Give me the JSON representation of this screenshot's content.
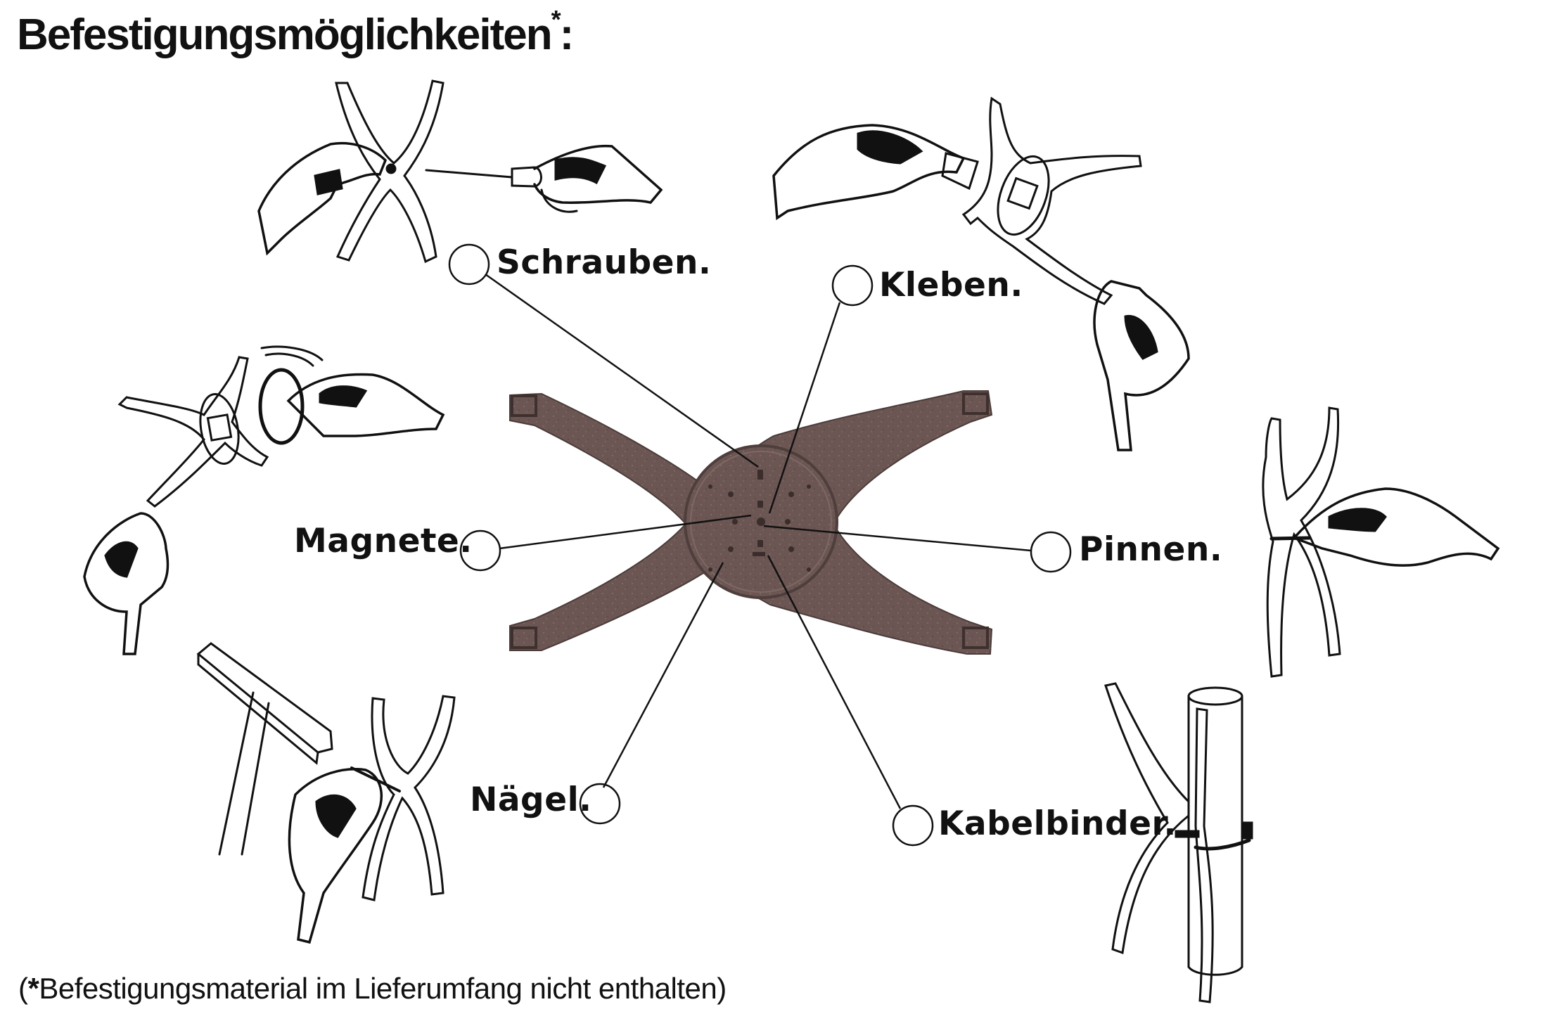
{
  "title": {
    "text": "Befestigungsmöglichkeiten",
    "asterisk": "*",
    "colon": ":"
  },
  "labels": {
    "screws": "Schrauben.",
    "glue": "Kleben.",
    "magnets": "Magnete.",
    "pins": "Pinnen.",
    "nails": "Nägel.",
    "cable_ties": "Kabelbinder."
  },
  "footnote": {
    "open": "(",
    "asterisk": "*",
    "text": "Befestigungsmaterial im Lieferumfang nicht enthalten)"
  },
  "colors": {
    "bracket": "#6a5552",
    "ink": "#111111",
    "background": "#ffffff"
  }
}
